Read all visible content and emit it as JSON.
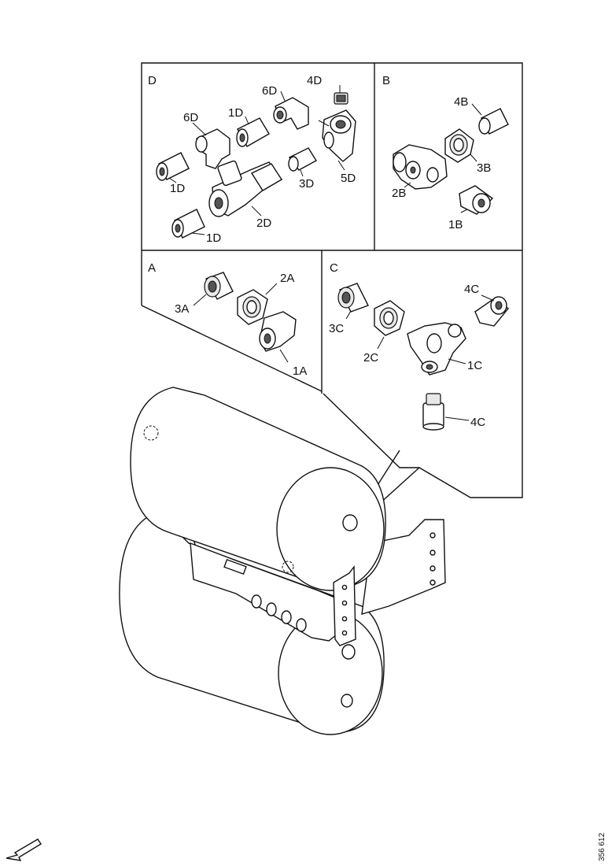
{
  "sections": {
    "D": {
      "label": "D",
      "parts": [
        "4D",
        "6D",
        "1D",
        "6D",
        "1D",
        "3D",
        "5D",
        "2D",
        "1D"
      ]
    },
    "B": {
      "label": "B",
      "parts": [
        "4B",
        "3B",
        "2B",
        "1B"
      ]
    },
    "A": {
      "label": "A",
      "parts": [
        "2A",
        "3A",
        "1A"
      ]
    },
    "C": {
      "label": "C",
      "parts": [
        "4C",
        "3C",
        "2C",
        "1C",
        "4C"
      ]
    }
  },
  "drawing_number": "356 612"
}
